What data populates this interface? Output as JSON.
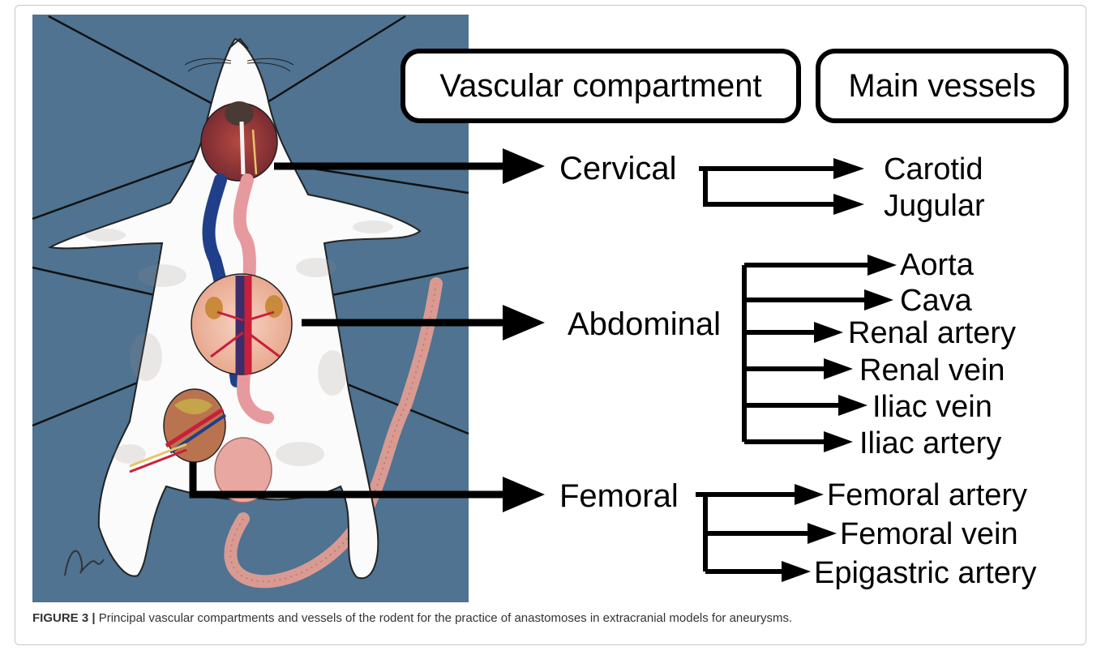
{
  "headers": {
    "compartment": "Vascular compartment",
    "vessels": "Main vessels"
  },
  "compartments": {
    "cervical": "Cervical",
    "abdominal": "Abdominal",
    "femoral": "Femoral"
  },
  "vessels": {
    "carotid": "Carotid",
    "jugular": "Jugular",
    "aorta": "Aorta",
    "cava": "Cava",
    "renal_artery": "Renal artery",
    "renal_vein": "Renal vein",
    "iliac_vein": "Iliac vein",
    "iliac_artery": "Iliac artery",
    "femoral_artery": "Femoral artery",
    "femoral_vein": "Femoral vein",
    "epigastric_artery": "Epigastric artery"
  },
  "caption": {
    "label": "FIGURE 3 |",
    "text": " Principal vascular compartments and vessels of the rodent for the practice of anastomoses in extracranial models for aneurysms."
  },
  "colors": {
    "panel_background": "#4f7391",
    "artery": "#c8203a",
    "vein": "#1f3f8a"
  }
}
